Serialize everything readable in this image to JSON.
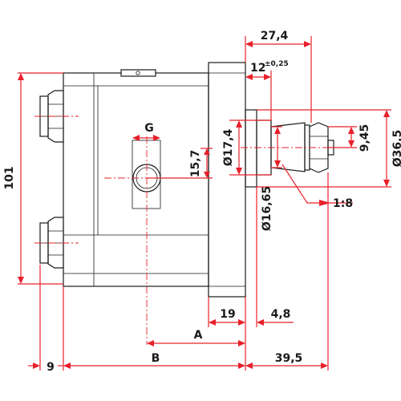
{
  "dimensions": {
    "overall_right": "27,4",
    "shaft_offset": "12",
    "shaft_offset_tol": "±0,25",
    "port_label": "G",
    "port_height": "15,7",
    "pilot_dia": "Ø17,4",
    "thread_dia": "9,45",
    "flange_dia": "Ø36,5",
    "root_dia": "Ø16,65",
    "taper": "1:8",
    "height": "101",
    "flange_thickness": "19",
    "pilot_length": "4,8",
    "dim_a": "A",
    "dim_b": "B",
    "bolt_offset": "9",
    "shaft_length": "39,5"
  },
  "colors": {
    "dimension": "#e8202a",
    "outline": "#1a1a1a"
  }
}
